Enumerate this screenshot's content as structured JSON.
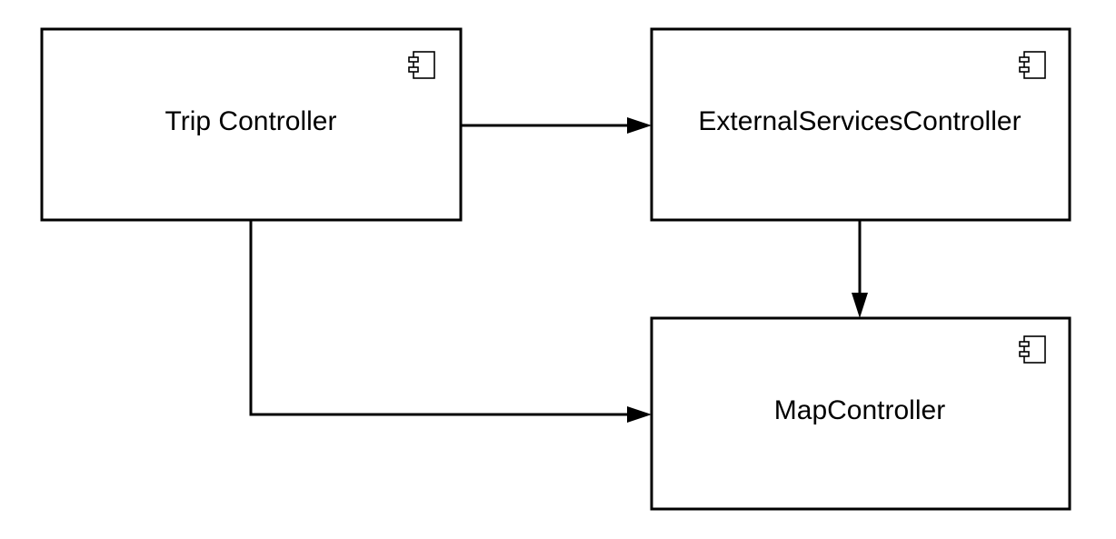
{
  "diagram": {
    "components": [
      {
        "id": "trip",
        "label": "Trip Controller",
        "icon": "uml-component-icon"
      },
      {
        "id": "external",
        "label": "ExternalServicesController",
        "icon": "uml-component-icon"
      },
      {
        "id": "map",
        "label": "MapController",
        "icon": "uml-component-icon"
      }
    ],
    "connections": [
      {
        "from": "trip",
        "to": "external"
      },
      {
        "from": "external",
        "to": "map"
      },
      {
        "from": "trip",
        "to": "map"
      }
    ],
    "colors": {
      "stroke": "#000000",
      "fill": "#ffffff"
    }
  }
}
